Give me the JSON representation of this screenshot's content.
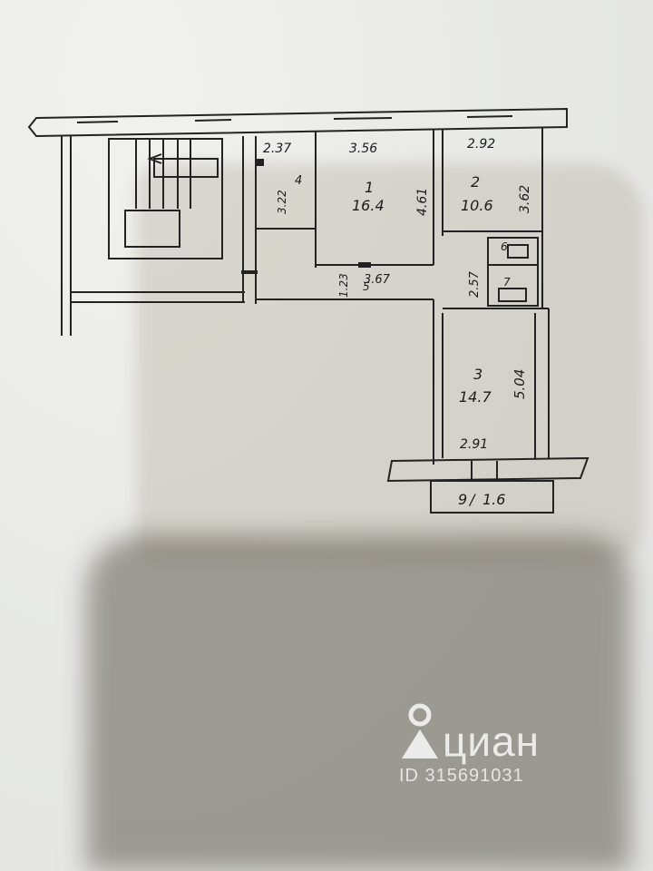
{
  "plan": {
    "rooms": [
      {
        "number": "1",
        "area": "16.4"
      },
      {
        "number": "2",
        "area": "10.6"
      },
      {
        "number": "3",
        "area": "14.7"
      },
      {
        "number": "4"
      },
      {
        "number": "5"
      },
      {
        "number": "6"
      },
      {
        "number": "7"
      },
      {
        "number": "9",
        "area": "1.6"
      }
    ],
    "dimensions": {
      "d_2_37": "2.37",
      "d_3_56": "3.56",
      "d_2_92": "2.92",
      "d_3_22": "3.22",
      "d_4_61": "4.61",
      "d_3_62": "3.62",
      "d_1_23": "1.23",
      "d_3_67": "3.67",
      "d_2_57": "2.57",
      "d_5_04": "5.04",
      "d_2_91": "2.91"
    }
  },
  "watermark": {
    "brand": "циан",
    "listing_id": "ID 315691031"
  }
}
